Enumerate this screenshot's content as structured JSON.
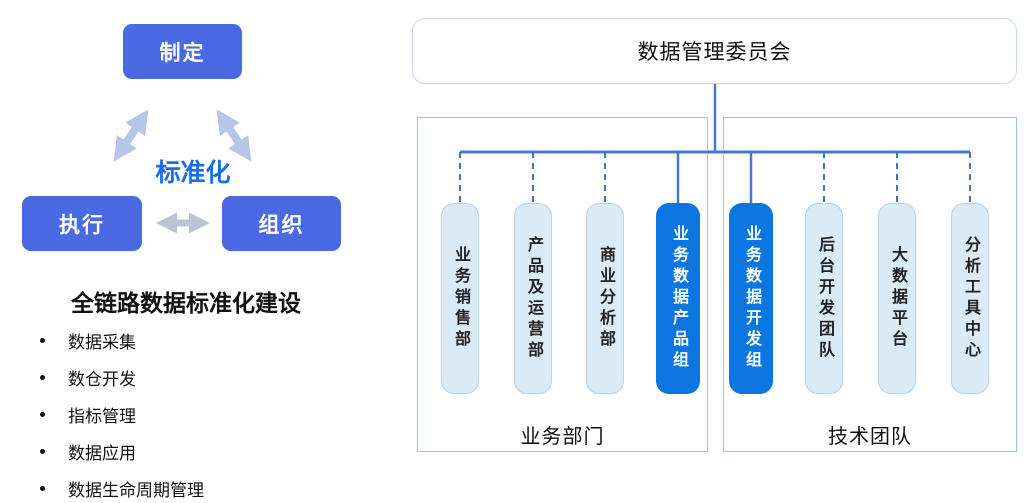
{
  "standardization_cycle": {
    "top_node": "制定",
    "left_node": "执行",
    "right_node": "组织",
    "center_label": "标准化"
  },
  "left_section": {
    "title": "全链路数据标准化建设",
    "bullets": [
      "数据采集",
      "数仓开发",
      "指标管理",
      "数据应用",
      "数据生命周期管理"
    ]
  },
  "org_chart": {
    "root": "数据管理委员会",
    "groups": [
      {
        "label": "业务部门",
        "departments": [
          {
            "name": "业务销售部",
            "highlighted": false
          },
          {
            "name": "产品及运营部",
            "highlighted": false
          },
          {
            "name": "商业分析部",
            "highlighted": false
          },
          {
            "name": "业务数据产品组",
            "highlighted": true
          }
        ]
      },
      {
        "label": "技术团队",
        "departments": [
          {
            "name": "业务数据开发组",
            "highlighted": true
          },
          {
            "name": "后台开发团队",
            "highlighted": false
          },
          {
            "name": "大数据平台",
            "highlighted": false
          },
          {
            "name": "分析工具中心",
            "highlighted": false
          }
        ]
      }
    ]
  },
  "colors": {
    "cycle_node_blue": "#4a6ae4",
    "cycle_label_blue": "#1b6ce8",
    "cycle_arrow_light": "#b6c5e8",
    "cycle_arrow_gray": "#bcc3d6",
    "highlight_pill_blue": "#0b76e0",
    "pill_fill": "#daeaf7",
    "pill_border": "#b7d3ea",
    "connector_blue": "#4878c8",
    "container_border_cyan": "#93cfda",
    "committee_border": "#c7d7ef"
  }
}
